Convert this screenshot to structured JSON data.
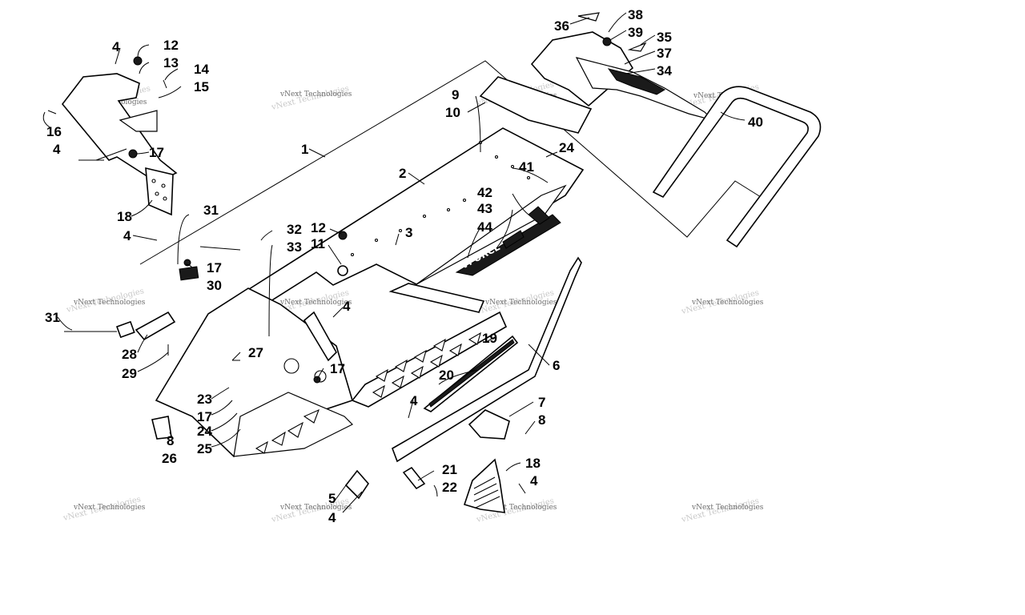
{
  "callouts": [
    {
      "id": "c1",
      "label": "1"
    },
    {
      "id": "c2",
      "label": "2"
    },
    {
      "id": "c3",
      "label": "3"
    },
    {
      "id": "c4a",
      "label": "4"
    },
    {
      "id": "c4b",
      "label": "4"
    },
    {
      "id": "c4c",
      "label": "4"
    },
    {
      "id": "c4d",
      "label": "4"
    },
    {
      "id": "c4e",
      "label": "4"
    },
    {
      "id": "c4f",
      "label": "4"
    },
    {
      "id": "c4g",
      "label": "4"
    },
    {
      "id": "c5",
      "label": "5"
    },
    {
      "id": "c6",
      "label": "6"
    },
    {
      "id": "c7",
      "label": "7"
    },
    {
      "id": "c8a",
      "label": "8"
    },
    {
      "id": "c8b",
      "label": "8"
    },
    {
      "id": "c9",
      "label": "9"
    },
    {
      "id": "c10",
      "label": "10"
    },
    {
      "id": "c11",
      "label": "11"
    },
    {
      "id": "c12a",
      "label": "12"
    },
    {
      "id": "c12b",
      "label": "12"
    },
    {
      "id": "c13",
      "label": "13"
    },
    {
      "id": "c14",
      "label": "14"
    },
    {
      "id": "c15",
      "label": "15"
    },
    {
      "id": "c16",
      "label": "16"
    },
    {
      "id": "c17a",
      "label": "17"
    },
    {
      "id": "c17b",
      "label": "17"
    },
    {
      "id": "c17c",
      "label": "17"
    },
    {
      "id": "c17d",
      "label": "17"
    },
    {
      "id": "c18a",
      "label": "18"
    },
    {
      "id": "c18b",
      "label": "18"
    },
    {
      "id": "c19",
      "label": "19"
    },
    {
      "id": "c20",
      "label": "20"
    },
    {
      "id": "c21",
      "label": "21"
    },
    {
      "id": "c22",
      "label": "22"
    },
    {
      "id": "c23",
      "label": "23"
    },
    {
      "id": "c24a",
      "label": "24"
    },
    {
      "id": "c24b",
      "label": "24"
    },
    {
      "id": "c25",
      "label": "25"
    },
    {
      "id": "c26",
      "label": "26"
    },
    {
      "id": "c27",
      "label": "27"
    },
    {
      "id": "c28",
      "label": "28"
    },
    {
      "id": "c29",
      "label": "29"
    },
    {
      "id": "c30",
      "label": "30"
    },
    {
      "id": "c31a",
      "label": "31"
    },
    {
      "id": "c31b",
      "label": "31"
    },
    {
      "id": "c32",
      "label": "32"
    },
    {
      "id": "c33",
      "label": "33"
    },
    {
      "id": "c34",
      "label": "34"
    },
    {
      "id": "c35",
      "label": "35"
    },
    {
      "id": "c36",
      "label": "36"
    },
    {
      "id": "c37",
      "label": "37"
    },
    {
      "id": "c38",
      "label": "38"
    },
    {
      "id": "c39",
      "label": "39"
    },
    {
      "id": "c40",
      "label": "40"
    },
    {
      "id": "c41",
      "label": "41"
    },
    {
      "id": "c42",
      "label": "42"
    },
    {
      "id": "c43",
      "label": "43"
    },
    {
      "id": "c44",
      "label": "44"
    }
  ],
  "watermark": {
    "line1": "vNext Technologies",
    "line2": "vNext Technologies"
  },
  "decal_text": "VFORCE",
  "colors": {
    "ink": "#000000",
    "background": "#ffffff",
    "watermark_dark": "#6e6e6e",
    "watermark_light": "#c8c8c8"
  }
}
